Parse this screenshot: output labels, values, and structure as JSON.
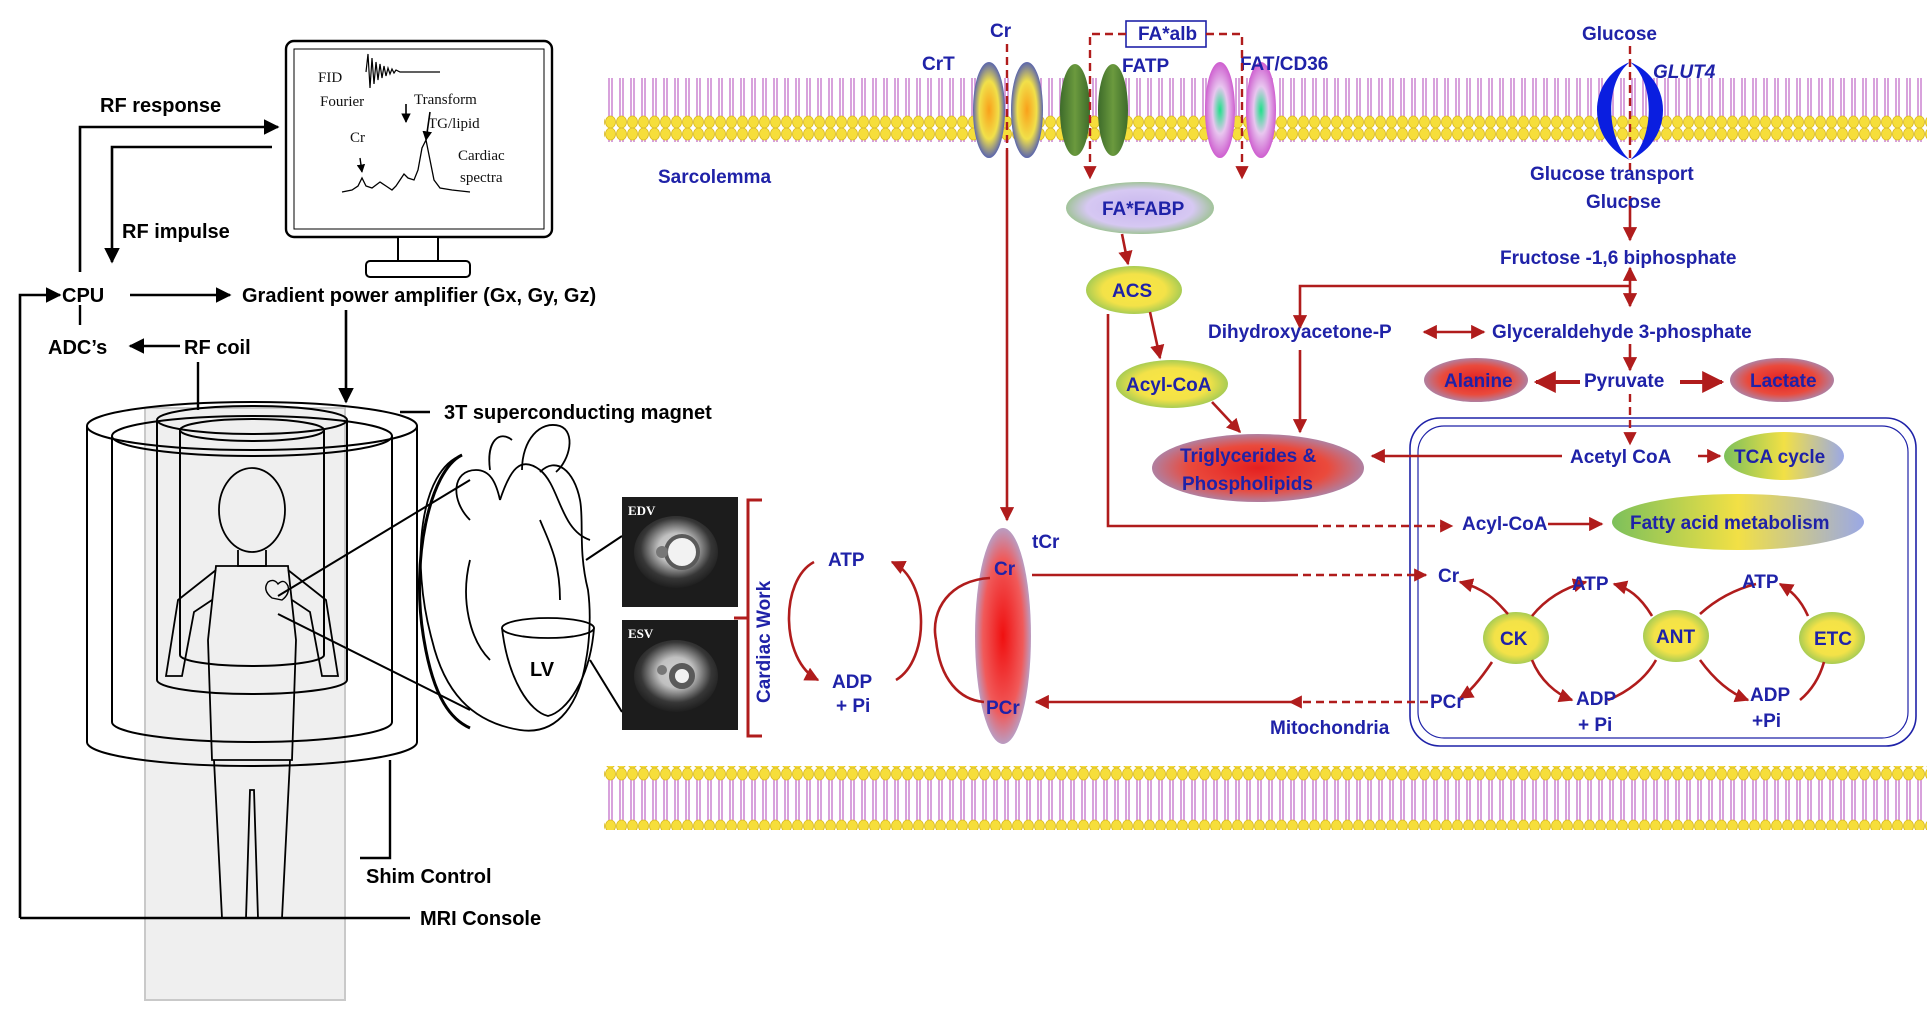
{
  "mri": {
    "rf_response": "RF response",
    "rf_impulse": "RF impulse",
    "cpu": "CPU",
    "gradient_amp": "Gradient power  amplifier (Gx, Gy, Gz)",
    "adcs": "ADC’s",
    "rf_coil": "RF coil",
    "magnet": "3T superconducting  magnet",
    "shim": "Shim Control",
    "console": "MRI Console",
    "lv": "LV"
  },
  "monitor": {
    "fid": "FID",
    "fourier": "Fourier",
    "transform": "Transform",
    "cr": "Cr",
    "tg_lipid": "TG/lipid",
    "cardiac": "Cardiac",
    "spectra": "spectra"
  },
  "cine": {
    "edv": "EDV",
    "esv": "ESV",
    "cardiac_work": "Cardiac Work"
  },
  "membrane": {
    "sarcolemma": "Sarcolemma",
    "crt": "CrT",
    "cr_top": "Cr",
    "fa_alb": "FA*alb",
    "fatp": "FATP",
    "fat_cd36": "FAT/CD36",
    "glucose_top": "Glucose",
    "glut4": "GLUT4",
    "glucose_transport": "Glucose   transport"
  },
  "metabolism": {
    "glucose": "Glucose",
    "fructose": "Fructose -1,6 biphosphate",
    "dhap": "Dihydroxyacetone-P",
    "g3p": "Glyceraldehyde  3-phosphate",
    "pyruvate": "Pyruvate",
    "alanine": "Alanine",
    "lactate": "Lactate",
    "acetyl_coa": "Acetyl CoA",
    "tca": "TCA cycle",
    "fa_fabp": "FA*FABP",
    "acs": "ACS",
    "acyl_coa": "Acyl-CoA",
    "tg_line1": "Triglycerides  &",
    "tg_line2": "Phospholipids",
    "acyl_coa_mito": "Acyl-CoA",
    "fatty_acid_metabolism": "Fatty acid metabolism"
  },
  "energy": {
    "tcr": "tCr",
    "cr": "Cr",
    "pcr": "PCr",
    "atp_left": "ATP",
    "adp_left": "ADP",
    "pi_left": "+ Pi",
    "cr_mito": "Cr",
    "pcr_mito": "PCr",
    "ck": "CK",
    "ant": "ANT",
    "etc": "ETC",
    "atp_ck": "ATP",
    "atp_etc": "ATP",
    "adp_ck": "ADP",
    "pi_ck": "+ Pi",
    "adp_etc": "ADP",
    "pi_etc": "+Pi",
    "mitochondria": "Mitochondria"
  },
  "colors": {
    "label_blue": "#1f22a8",
    "arrow_red": "#b01c1c",
    "membrane_yellow": "#f2dc3c",
    "membrane_purple": "#c78ad2"
  }
}
